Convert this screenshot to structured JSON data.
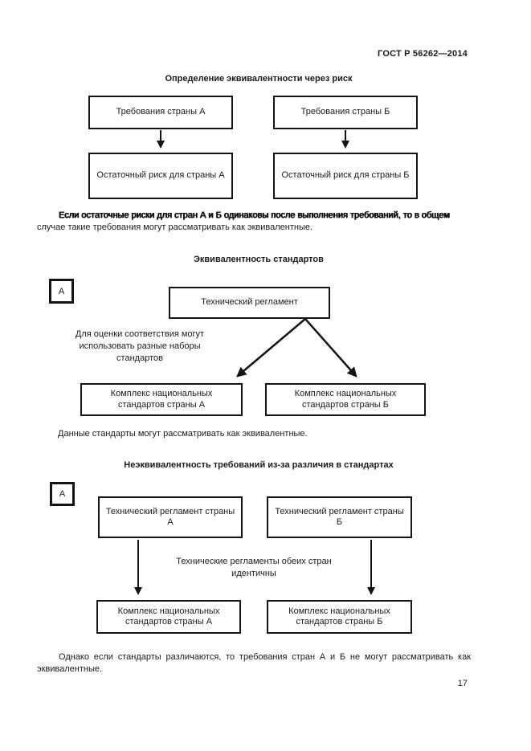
{
  "page": {
    "header": "ГОСТ Р 56262—2014",
    "page_number": "17"
  },
  "risk_section": {
    "title": "Определение эквивалентности через риск",
    "box_requirements_a": "Требования страны А",
    "box_requirements_b": "Требования страны Б",
    "box_residual_risk_a": "Остаточный риск для страны А",
    "box_residual_risk_b": "Остаточный риск для страны Б",
    "paragraph_line1": "Если остаточные риски для стран А и Б одинаковы после выполнения требований, то в общем",
    "paragraph_line2": "случае такие требования могут рассматривать как эквивалентные."
  },
  "equivalence_section": {
    "title": "Эквивалентность стандартов",
    "figure_marker": "А",
    "box_tech_regulation": "Технический регламент",
    "note": "Для оценки соответствия могут использовать разные наборы стандартов",
    "box_standards_a": "Комплекс национальных стандартов страны А",
    "box_standards_b": "Комплекс национальных стандартов страны Б",
    "caption": "Данные стандарты могут рассматривать как эквивалентные."
  },
  "nonequivalence_section": {
    "title": "Неэквивалентность требований из-за различия в стандартах",
    "figure_marker": "А",
    "box_tech_regulation_a": "Технический регламент страны А",
    "box_tech_regulation_b": "Технический регламент страны Б",
    "note": "Технические регламенты обеих стран идентичны",
    "box_standards_a": "Комплекс национальных стандартов страны А",
    "box_standards_b": "Комплекс национальных стандартов страны Б",
    "paragraph": "Однако если стандарты различаются, то требования стран А и Б не могут рассматривать как эквивалентные."
  }
}
